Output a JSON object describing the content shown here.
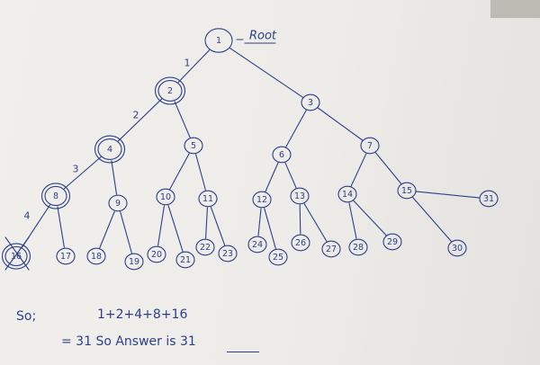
{
  "root_label": "Root",
  "nodes": [
    "1",
    "2",
    "3",
    "4",
    "5",
    "6",
    "7",
    "8",
    "9",
    "10",
    "11",
    "12",
    "13",
    "14",
    "15",
    "16",
    "17",
    "18",
    "19",
    "20",
    "21",
    "22",
    "23",
    "24",
    "25",
    "26",
    "27",
    "28",
    "29",
    "30",
    "31"
  ],
  "path_annotations": [
    "1",
    "2",
    "3",
    "4"
  ],
  "notes": {
    "so_prefix": "So;",
    "sum_expression": "1+2+4+8+16",
    "result_line": "= 31   So Answer is 31"
  }
}
